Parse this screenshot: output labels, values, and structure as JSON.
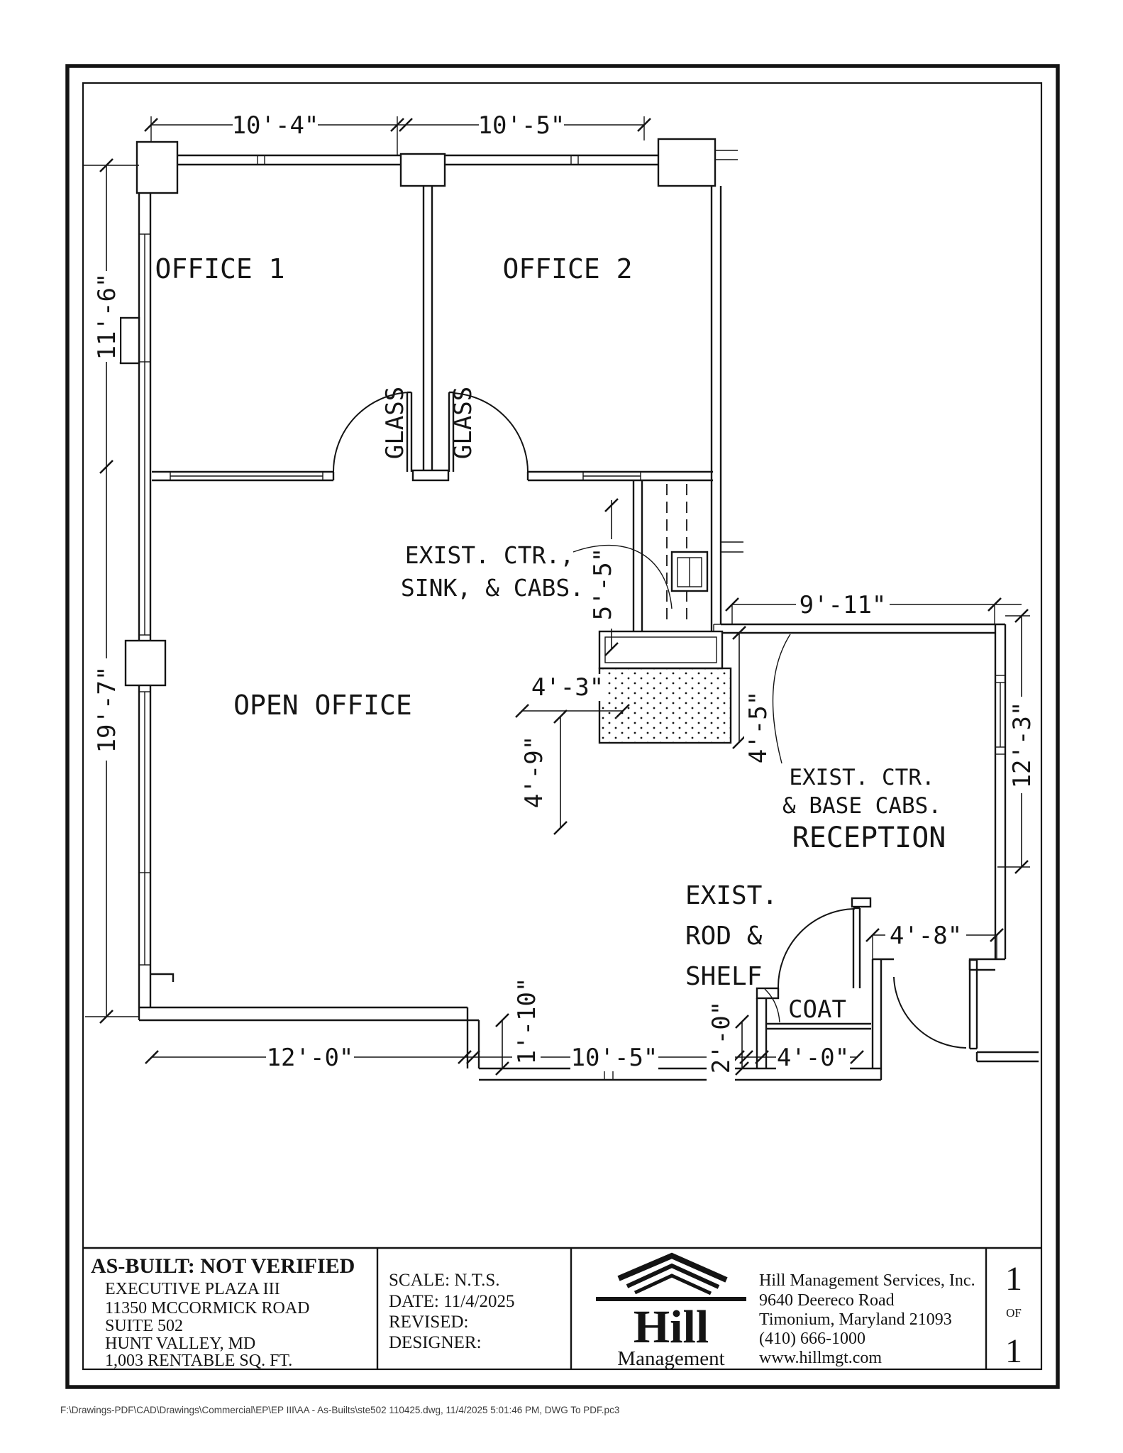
{
  "plan": {
    "rooms": {
      "office1": "OFFICE 1",
      "office2": "OFFICE 2",
      "open_office": "OPEN OFFICE",
      "reception": "RECEPTION",
      "coat": "COAT"
    },
    "glass_left": "GLASS",
    "glass_right": "GLASS",
    "notes": {
      "sink1": "EXIST. CTR.,",
      "sink2": "SINK, & CABS.",
      "base1": "EXIST. CTR.",
      "base2": "& BASE CABS.",
      "rod1": "EXIST.",
      "rod2": "ROD &",
      "rod3": "SHELF"
    },
    "dims": {
      "top_left": "10'-4\"",
      "top_right": "10'-5\"",
      "left_upper": "11'-6\"",
      "left_lower": "19'-7\"",
      "niche": "5'-5\"",
      "counter_w": "4'-3\"",
      "counter_h": "4'-9\"",
      "reception_w": "9'-11\"",
      "reception_counter": "4'-5\"",
      "reception_h": "12'-3\"",
      "step": "1'-10\"",
      "bottom_left": "12'-0\"",
      "bottom_mid": "10'-5\"",
      "coat_d": "2'-0\"",
      "coat_w": "4'-0\"",
      "entry": "4'-8\""
    }
  },
  "title_block": {
    "status": "AS-BUILT: NOT VERIFIED",
    "property": [
      "EXECUTIVE PLAZA III",
      "11350 MCCORMICK ROAD",
      "SUITE 502",
      "HUNT VALLEY, MD",
      "1,003 RENTABLE SQ. FT."
    ],
    "meta": {
      "scale": "SCALE: N.T.S.",
      "date": "DATE: 11/4/2025",
      "revised": "REVISED:",
      "designer": "DESIGNER:"
    },
    "logo": {
      "name": "Hill",
      "subname": "Management"
    },
    "company": [
      "Hill Management Services, Inc.",
      "9640 Deereco Road",
      "Timonium, Maryland  21093",
      "(410) 666-1000",
      "www.hillmgt.com"
    ],
    "page": {
      "num": "1",
      "of": "OF",
      "total": "1"
    }
  },
  "footer": "F:\\Drawings-PDF\\CAD\\Drawings\\Commercial\\EP\\EP III\\AA - As-Builts\\ste502 110425.dwg, 11/4/2025 5:01:46 PM, DWG To PDF.pc3"
}
